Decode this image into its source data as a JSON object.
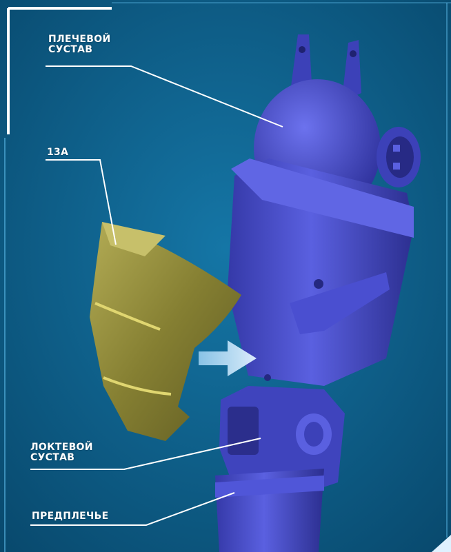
{
  "labels": {
    "shoulder": {
      "line1": "ПЛЕЧЕВОЙ",
      "line2": "СУСТАВ"
    },
    "part": "13А",
    "elbow": {
      "line1": "ЛОКТЕВОЙ",
      "line2": "СУСТАВ"
    },
    "forearm": "ПРЕДПЛЕЧЬЕ"
  },
  "colors": {
    "background": "#0b5f88",
    "frame": "#ffffff",
    "arm_blue": "#4a4fd0",
    "armor_gold": "#8f8a3a",
    "arrow": "#b8dcf5"
  }
}
